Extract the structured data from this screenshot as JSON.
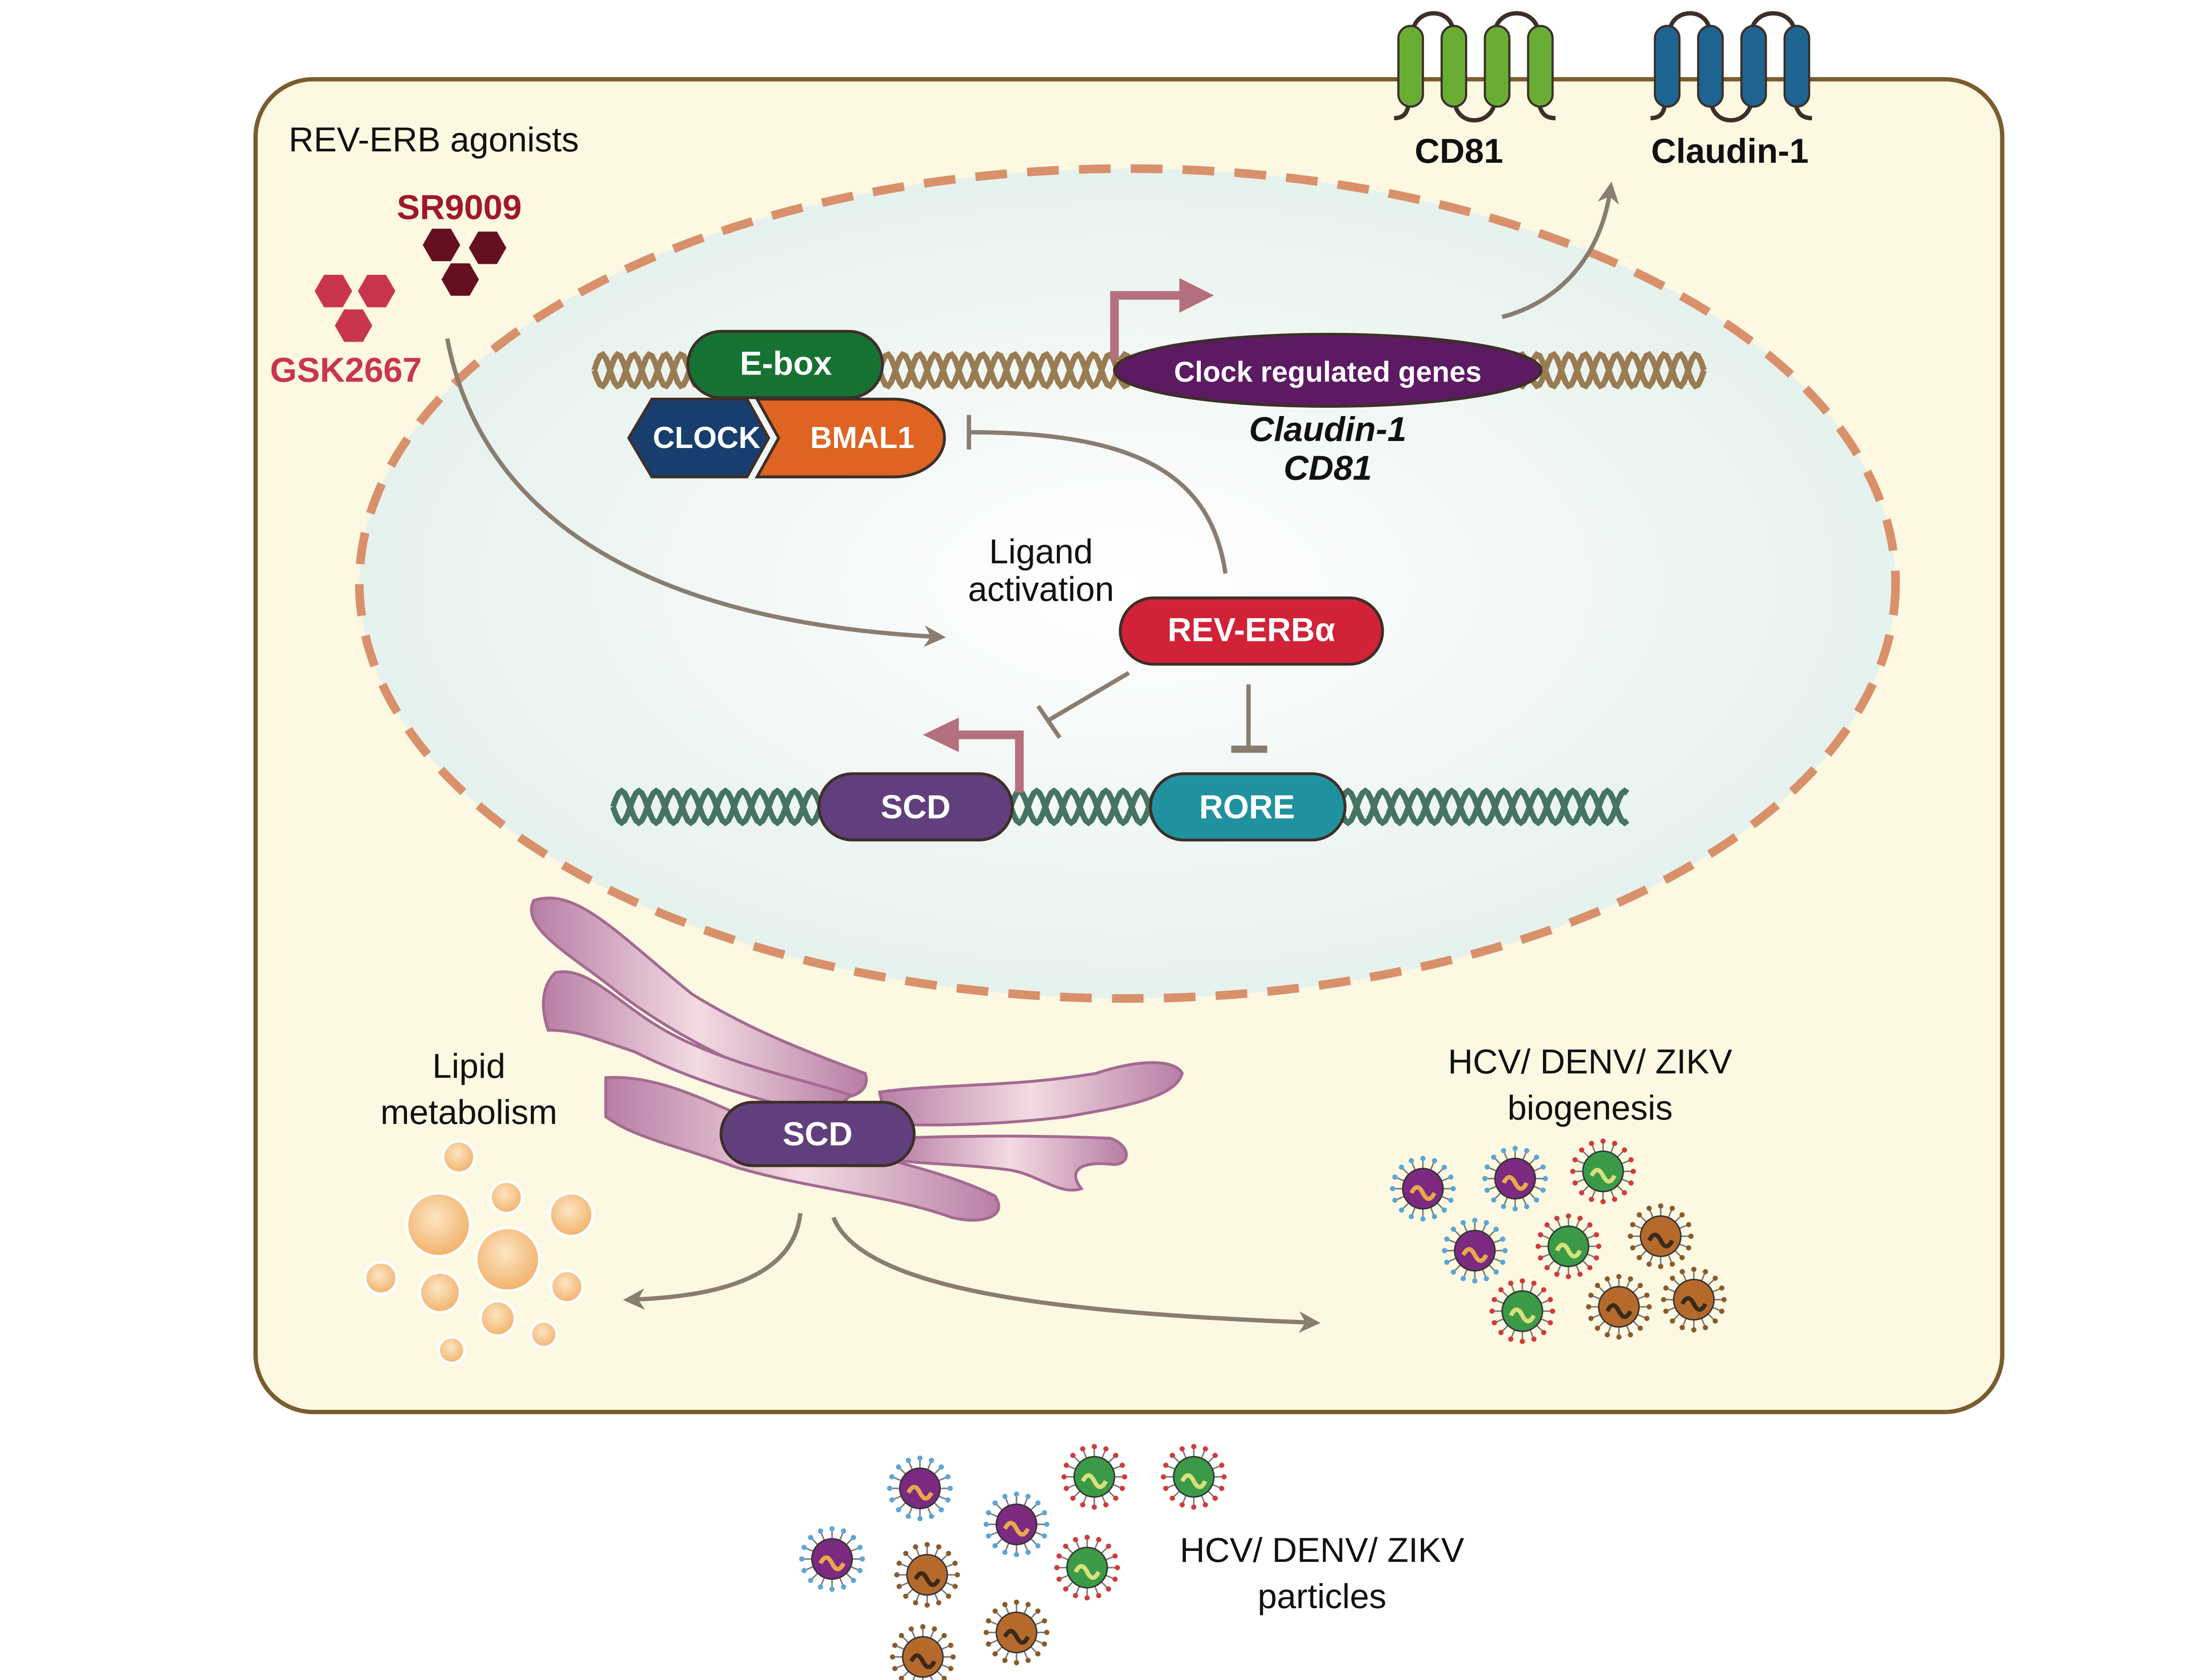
{
  "cell": {
    "agonists_title": "REV-ERB agonists",
    "sr9009": "SR9009",
    "gsk2667": "GSK2667",
    "cd81": "CD81",
    "claudin1": "Claudin-1",
    "ebox": "E-box",
    "clock": "CLOCK",
    "bmal1": "BMAL1",
    "clock_genes": "Clock regulated genes",
    "gene_claudin": "Claudin-1",
    "gene_cd81": "CD81",
    "ligand_line1": "Ligand",
    "ligand_line2": "activation",
    "reverb": "REV-ERBα",
    "scd_nucleus": "SCD",
    "rore": "RORE",
    "scd_golgi": "SCD",
    "lipid_line1": "Lipid",
    "lipid_line2": "metabolism",
    "biogenesis_line1": "HCV/ DENV/ ZIKV",
    "biogenesis_line2": "biogenesis"
  },
  "outside": {
    "particles_line1": "HCV/ DENV/ ZIKV",
    "particles_line2": "particles"
  },
  "colors": {
    "cell_fill": "#fdf8e1",
    "cell_border": "#7a5c2e",
    "nucleus_border": "#d9916b",
    "sr9009": "#a0182b",
    "gsk2667": "#c9354f",
    "cd81": "#6aad35",
    "claudin": "#1d6490",
    "ebox": "#167233",
    "clock": "#173e6e",
    "bmal1": "#df6322",
    "clock_genes": "#5c1a63",
    "reverb": "#d12237",
    "scd": "#613f7d",
    "rore": "#20929f",
    "virus_hcv": "#7b2a7f",
    "virus_denv": "#3b9a47",
    "virus_zikv": "#b56a2c"
  }
}
